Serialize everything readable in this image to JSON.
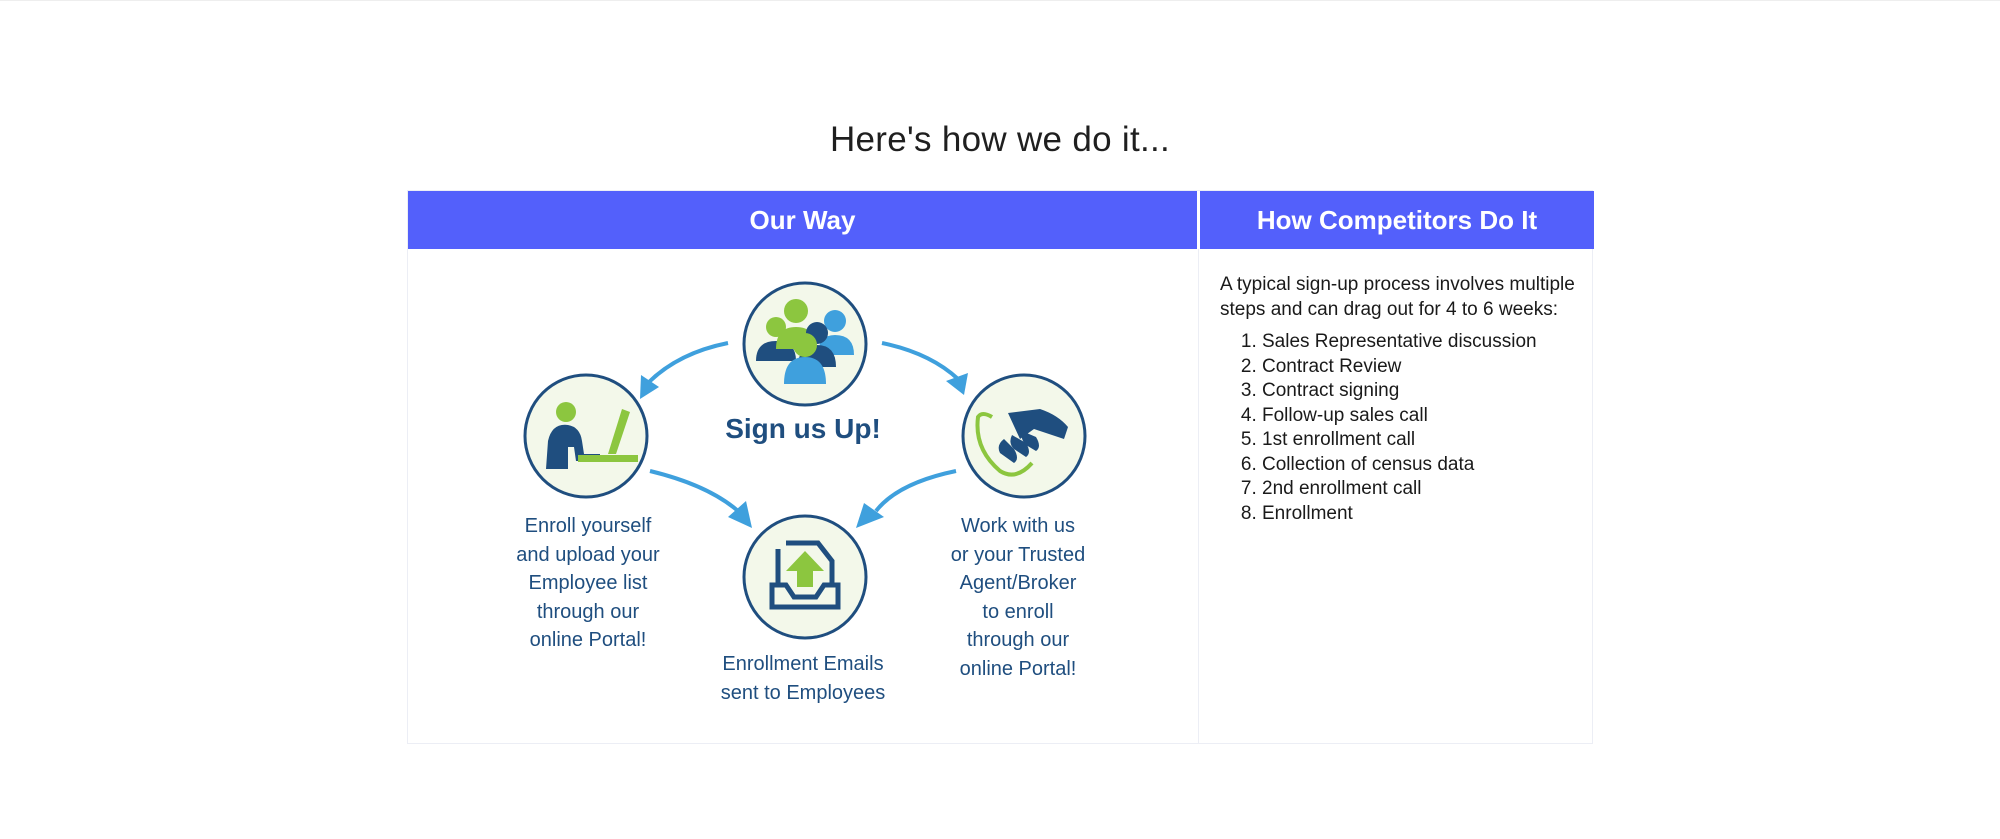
{
  "heading": "Here's how we do it...",
  "columns": {
    "ours_title": "Our Way",
    "theirs_title": "How Competitors Do It"
  },
  "diagram": {
    "signup_label": "Sign us Up!",
    "enroll_lines": [
      "Enroll yourself",
      "and upload your",
      "Employee list",
      "through our",
      "online Portal!"
    ],
    "emails_lines": [
      "Enrollment Emails",
      "sent to Employees"
    ],
    "work_lines": [
      "Work with us",
      "or your Trusted",
      "Agent/Broker",
      "to enroll",
      "through our",
      "online Portal!"
    ],
    "icons": [
      "group-icon",
      "computer-user-icon",
      "handshake-icon",
      "inbox-upload-icon"
    ],
    "colors": {
      "navy": "#1f4e7f",
      "green": "#8cc63f",
      "blue": "#3fa0dd",
      "circle_fill": "#f3f8ea"
    }
  },
  "competitors": {
    "intro": "A typical sign-up process involves multiple steps and can drag out for 4 to 6 weeks:",
    "steps": [
      "Sales Representative discussion",
      "Contract Review",
      "Contract signing",
      "Follow-up sales call",
      "1st enrollment call",
      "Collection of census data",
      "2nd enrollment call",
      "Enrollment"
    ]
  },
  "colors": {
    "header_bg": "#5360fb",
    "header_text": "#ffffff"
  }
}
